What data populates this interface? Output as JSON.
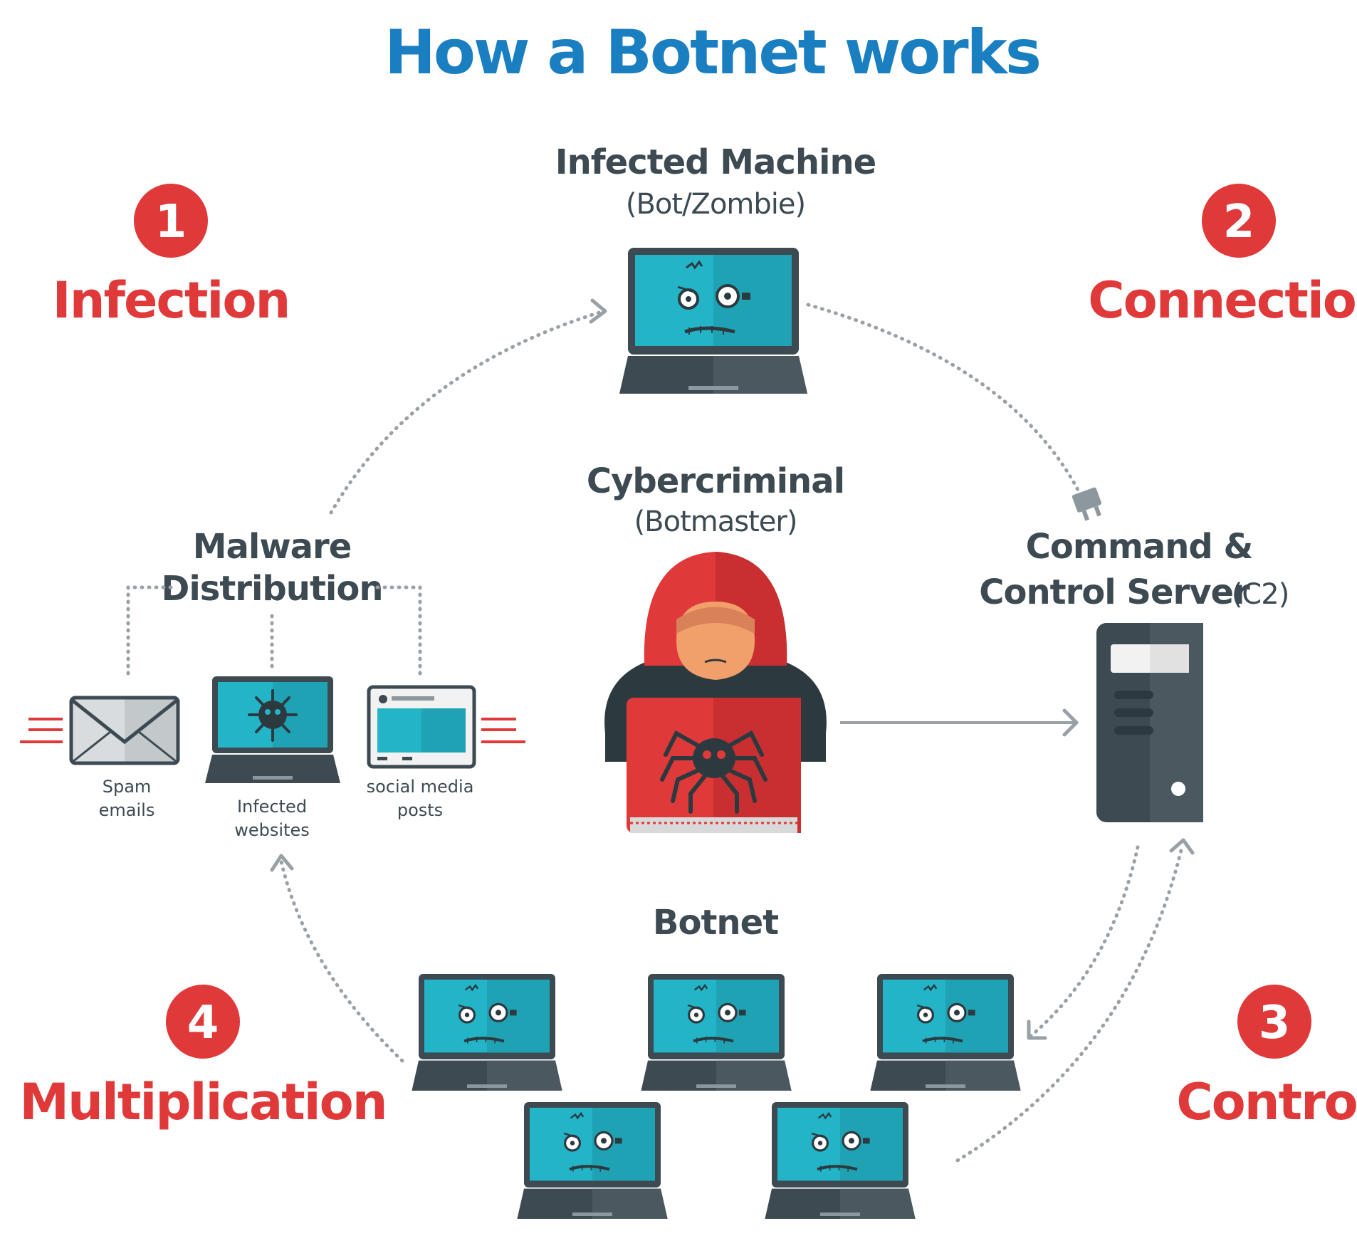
{
  "title": "How a Botnet works",
  "steps": [
    {
      "number": "1",
      "label": "Infection"
    },
    {
      "number": "2",
      "label": "Connection"
    },
    {
      "number": "3",
      "label": "Control"
    },
    {
      "number": "4",
      "label": "Multiplication"
    }
  ],
  "nodes": {
    "infected_machine": {
      "title": "Infected Machine",
      "subtitle": "(Bot/Zombie)"
    },
    "cybercriminal": {
      "title": "Cybercriminal",
      "subtitle": "(Botmaster)"
    },
    "c2_server": {
      "title_line1": "Command &",
      "title_line2": "Control Server",
      "suffix": "(C2)"
    },
    "malware_distribution": {
      "title_line1": "Malware",
      "title_line2": "Distribution"
    },
    "botnet": {
      "title": "Botnet"
    }
  },
  "distribution_channels": [
    {
      "line1": "Spam",
      "line2": "emails"
    },
    {
      "line1": "Infected",
      "line2": "websites"
    },
    {
      "line1": "social media",
      "line2": "posts"
    }
  ],
  "colors": {
    "title_blue": "#1a7fc1",
    "step_red": "#e0393a",
    "screen_teal": "#23b5c7",
    "device_dark": "#3d4a52",
    "hood_red": "#e0393a"
  }
}
